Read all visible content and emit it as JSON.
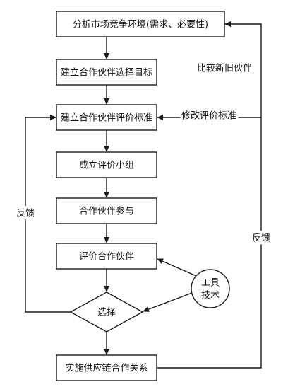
{
  "steps": [
    "分析市场竞争环境(需求、必要性)",
    "建立合作伙伴选择目标",
    "建立合作伙伴评价标准",
    "成立评价小组",
    "合作伙伴参与",
    "评价合作伙伴",
    "选择",
    "实施供应链合作关系"
  ],
  "tools": {
    "line1": "工具",
    "line2": "技术"
  },
  "labels": {
    "compare": "比较新旧伙伴",
    "modify": "修改评价标准",
    "feedback_left": "反馈",
    "feedback_right": "反馈"
  }
}
